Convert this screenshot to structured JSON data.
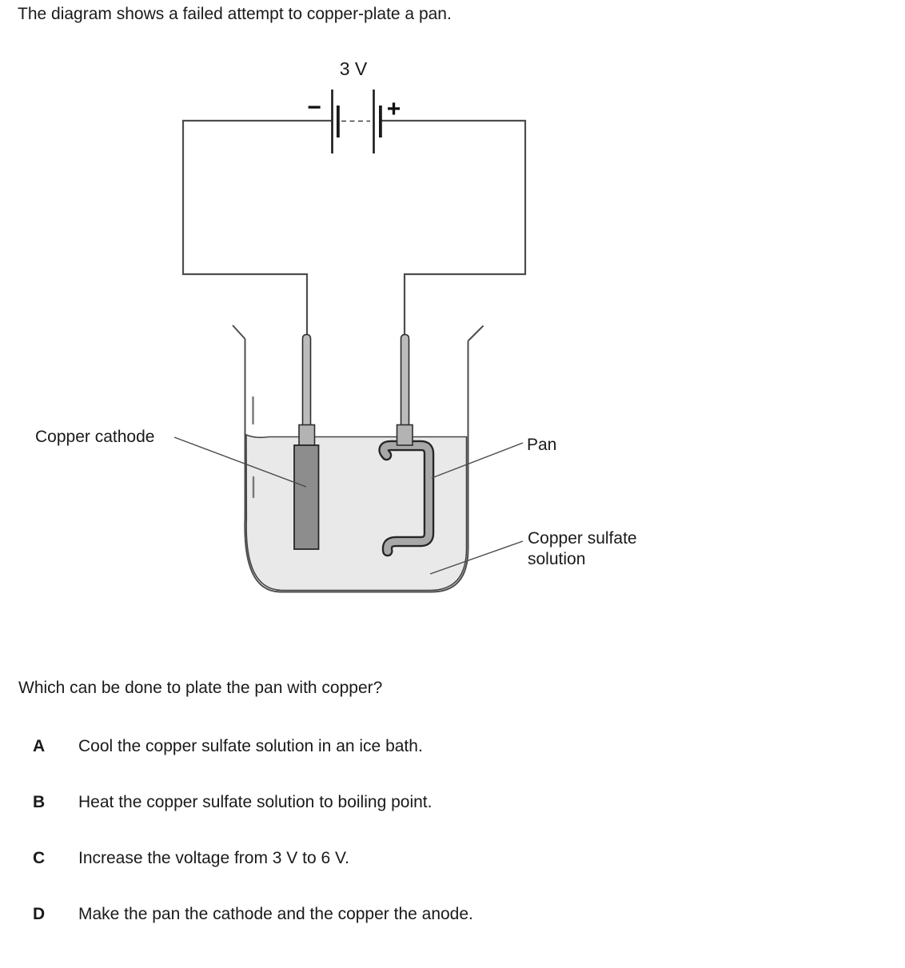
{
  "title": "The diagram shows a failed attempt to copper-plate a pan.",
  "diagram": {
    "battery": {
      "voltage": "3 V",
      "negative": "−",
      "positive": "+"
    },
    "labels": {
      "cathode": "Copper cathode",
      "pan": "Pan",
      "solution": "Copper sulfate solution"
    },
    "colors": {
      "solution_fill": "#e9e9e9",
      "cathode_fill": "#8d8d8d",
      "pan_fill": "#a8a8a8",
      "rod_fill": "#bcbcbc",
      "connector_fill": "#b3b3b3"
    }
  },
  "question": "Which can be done to plate the pan with copper?",
  "options": [
    {
      "letter": "A",
      "text": "Cool the copper sulfate solution in an ice bath."
    },
    {
      "letter": "B",
      "text": "Heat the copper sulfate solution to boiling point."
    },
    {
      "letter": "C",
      "text": "Increase the voltage from 3 V to 6 V."
    },
    {
      "letter": "D",
      "text": "Make the pan the cathode and the copper the anode."
    }
  ]
}
